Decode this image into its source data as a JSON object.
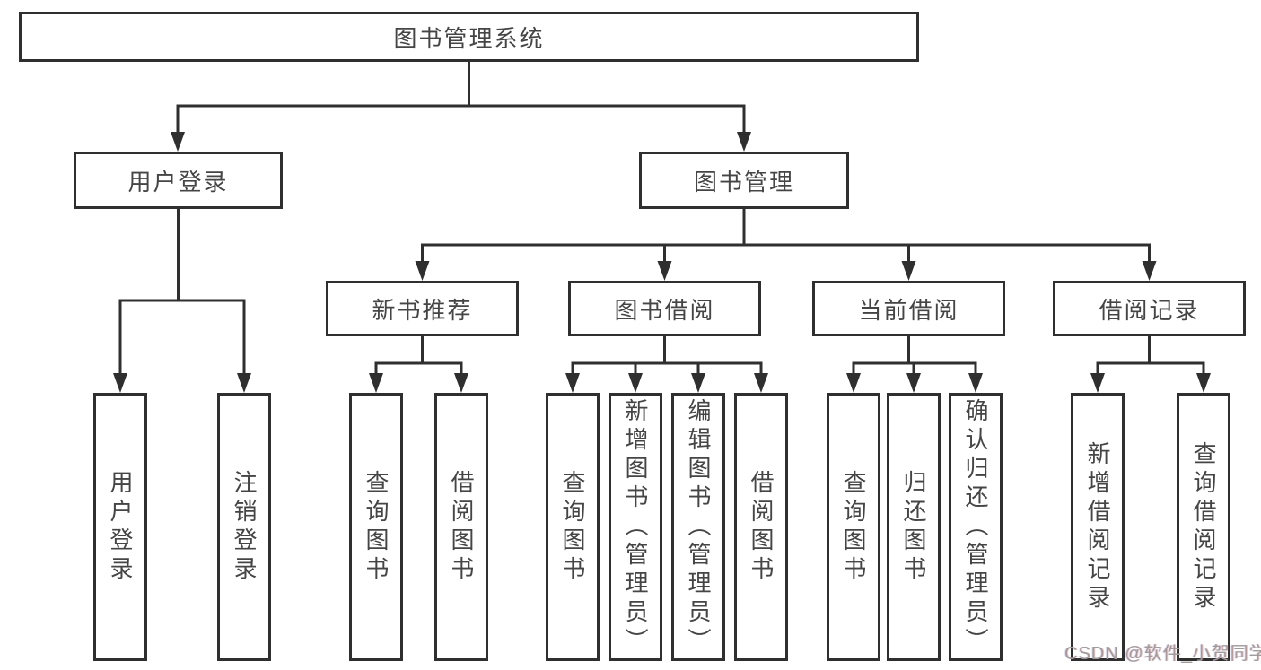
{
  "colors": {
    "line": "#2f2f2f",
    "border": "#2f2f2f",
    "text": "#454545",
    "wm": "#a09c9c",
    "bg": "#ffffff"
  },
  "watermark": {
    "text": "CSDN @软件_小贺同学"
  },
  "tree": {
    "root": "图书管理系统",
    "children": [
      {
        "label": "用户登录",
        "leaves": [
          "用户登录",
          "注销登录"
        ]
      },
      {
        "label": "图书管理",
        "children": [
          {
            "label": "新书推荐",
            "leaves": [
              "查询图书",
              "借阅图书"
            ]
          },
          {
            "label": "图书借阅",
            "leaves": [
              "查询图书",
              "新增图书（管理员）",
              "编辑图书（管理员）",
              "借阅图书"
            ]
          },
          {
            "label": "当前借阅",
            "leaves": [
              "查询图书",
              "归还图书",
              "确认归还（管理员）"
            ]
          },
          {
            "label": "借阅记录",
            "leaves": [
              "新增借阅记录",
              "查询借阅记录"
            ]
          }
        ]
      }
    ]
  }
}
